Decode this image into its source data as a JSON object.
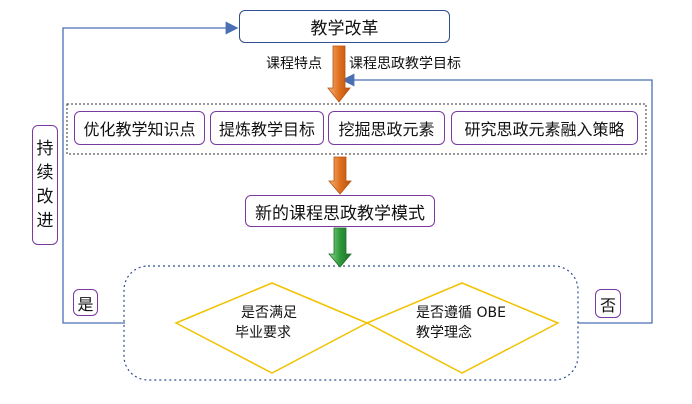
{
  "top_box": "教学改革",
  "label_left": "课程特点",
  "label_right": "课程思政教学目标",
  "steps": [
    "优化教学知识点",
    "提炼教学目标",
    "挖掘思政元素",
    "研究思政元素融入策略"
  ],
  "mode_box": "新的课程思政教学模式",
  "side_box": "持续改进",
  "yes_label": "是",
  "no_label": "否",
  "decision1": {
    "line1": "是否满足",
    "line2": "毕业要求"
  },
  "decision2": {
    "line1": "是否遵循 OBE",
    "line2": "教学理念"
  },
  "colors": {
    "blue_line": "#4a6fb3",
    "purple_border": "#7a3aa0",
    "diamond": "#f2c200",
    "arrow_orange": "#e0701f",
    "arrow_green": "#2e9a3a"
  }
}
